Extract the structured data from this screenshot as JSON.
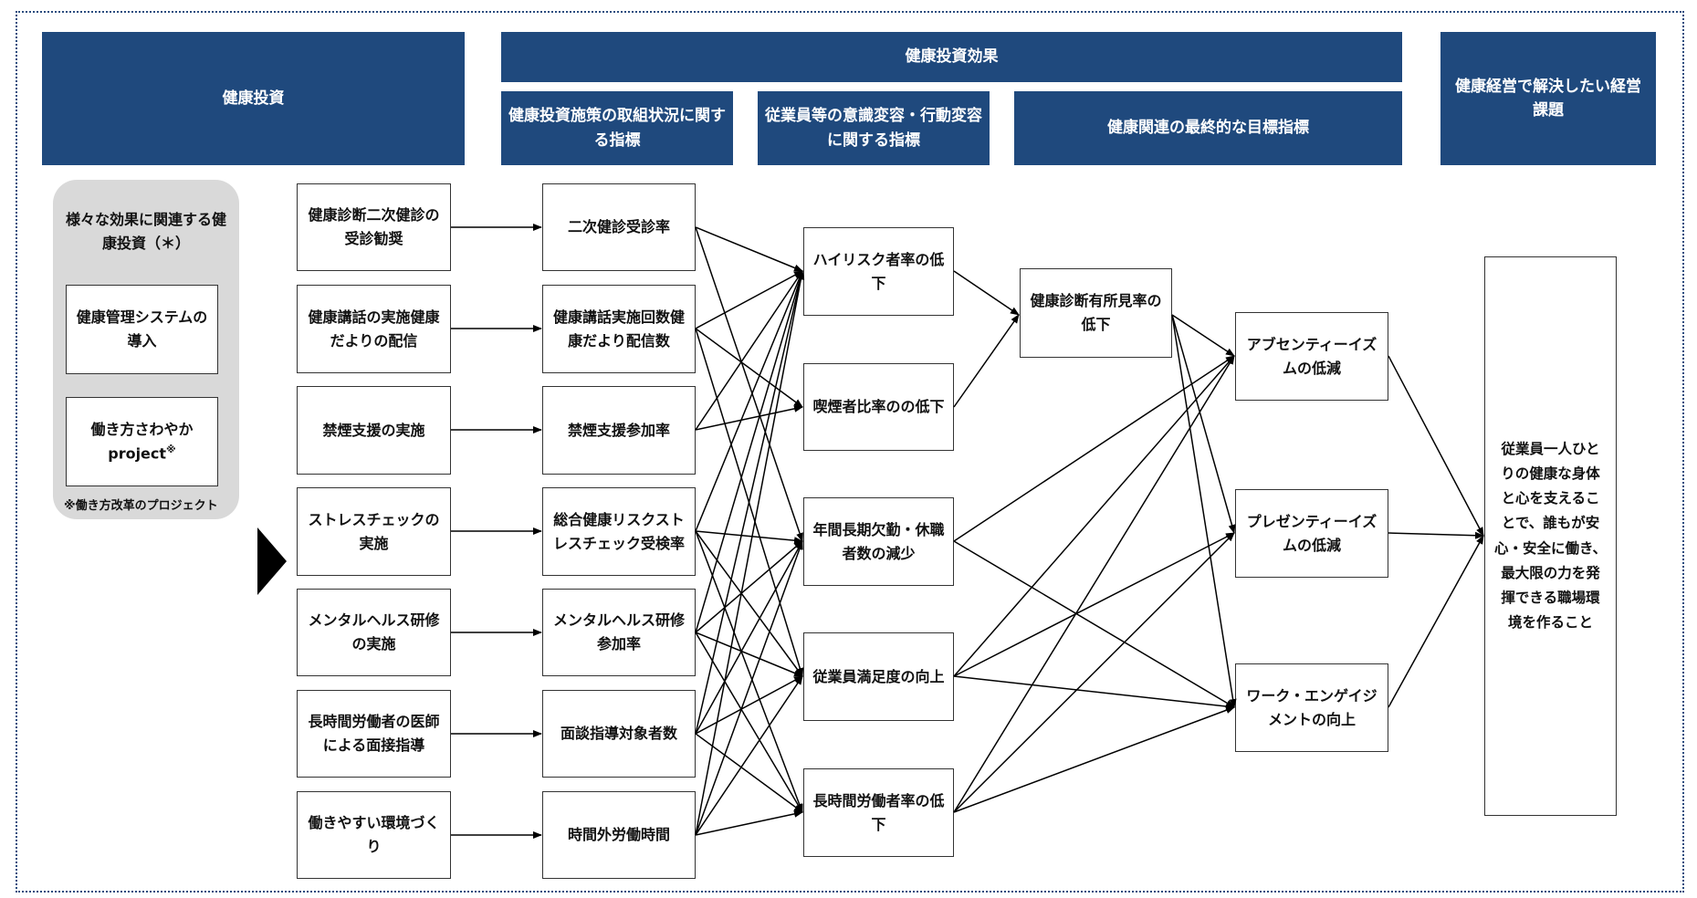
{
  "headers": {
    "investment": "健康投資",
    "effect": "健康投資効果",
    "effect_sub1": "健康投資施策の取組状況に関する指標",
    "effect_sub2": "従業員等の意識変容・行動変容に関する指標",
    "effect_sub3": "健康関連の最終的な目標指標",
    "issue": "健康経営で解決したい経営課題"
  },
  "sidebar": {
    "title": "様々な効果に関連する健康投資（＊）",
    "item1": "健康管理システムの導入",
    "item2_line1": "働き方さわやか",
    "item2_line2": "project",
    "item2_mark": "※",
    "note": "※働き方改革のプロジェクト"
  },
  "col1": [
    "健康診断二次健診の受診勧奨",
    "健康講話の実施健康だよりの配信",
    "禁煙支援の実施",
    "ストレスチェックの実施",
    "メンタルヘルス研修の実施",
    "長時間労働者の医師による面接指導",
    "働きやすい環境づくり"
  ],
  "col2": [
    "二次健診受診率",
    "健康講話実施回数健康だより配信数",
    "禁煙支援参加率",
    "総合健康リスクストレスチェック受検率",
    "メンタルヘルス研修参加率",
    "面談指導対象者数",
    "時間外労働時間"
  ],
  "col3": [
    "ハイリスク者率の低下",
    "喫煙者比率のの低下",
    "年間長期欠勤・休職者数の減少",
    "従業員満足度の向上",
    "長時間労働者率の低下"
  ],
  "col4": [
    "健康診断有所見率の低下"
  ],
  "col5": [
    "アブセンティーイズムの低減",
    "プレゼンティーイズムの低減",
    "ワーク・エンゲイジメントの向上"
  ],
  "goal": "従業員一人ひとりの健康な身体と心を支えることで、誰もが安心・安全に働き、最大限の力を発揮できる職場環境を作ること",
  "colors": {
    "header_bg": "#1f497d",
    "header_text": "#ffffff",
    "sidebar_bg": "#d9d9d9",
    "frame": "#2a4d7f"
  }
}
